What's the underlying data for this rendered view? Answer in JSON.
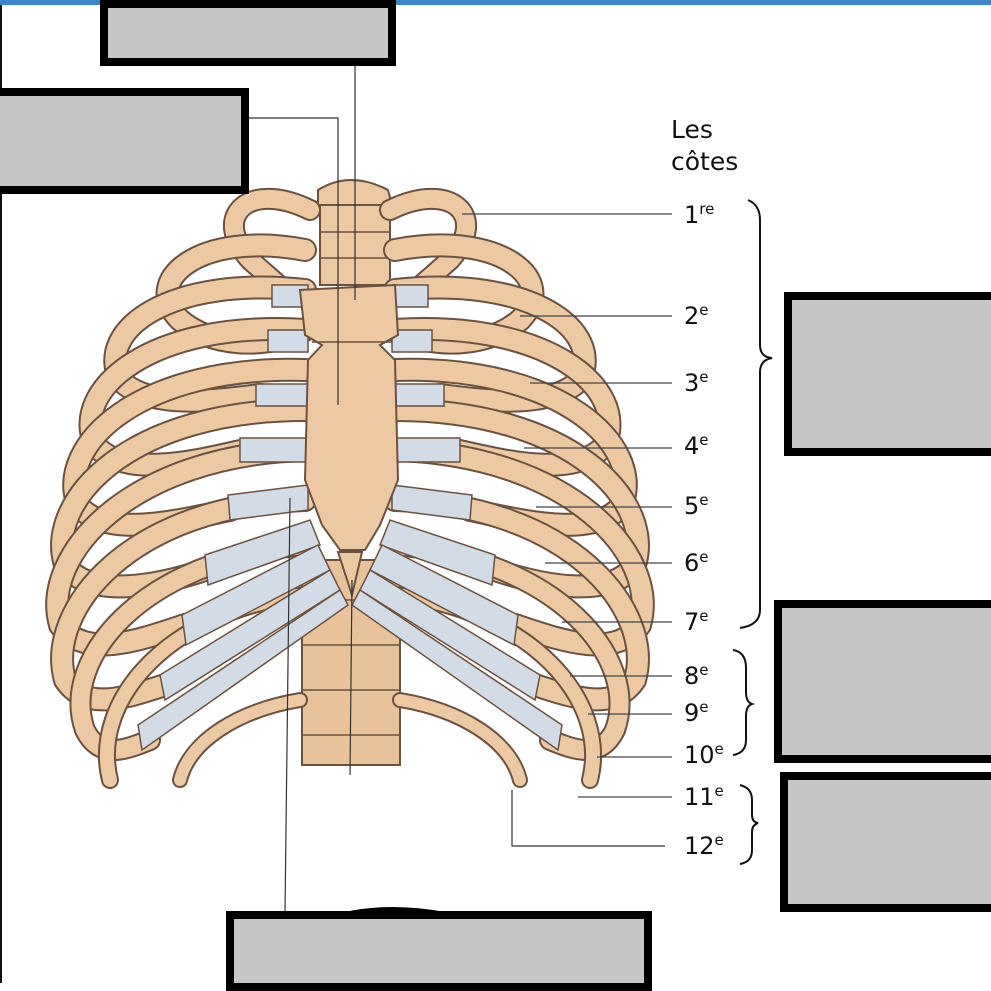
{
  "title": {
    "line1": "Les",
    "line2": "côtes"
  },
  "ribs": [
    {
      "label": "1re"
    },
    {
      "label": "2e"
    },
    {
      "label": "3e"
    },
    {
      "label": "4e"
    },
    {
      "label": "5e"
    },
    {
      "label": "6e"
    },
    {
      "label": "7e"
    },
    {
      "label": "8e"
    },
    {
      "label": "9e"
    },
    {
      "label": "10e"
    },
    {
      "label": "11e"
    },
    {
      "label": "12e"
    }
  ],
  "colors": {
    "bone": "#ecc9a3",
    "cartilage": "#d3dce6",
    "answer_box": "#c6c6c6",
    "top_bar": "#3f86c8"
  }
}
